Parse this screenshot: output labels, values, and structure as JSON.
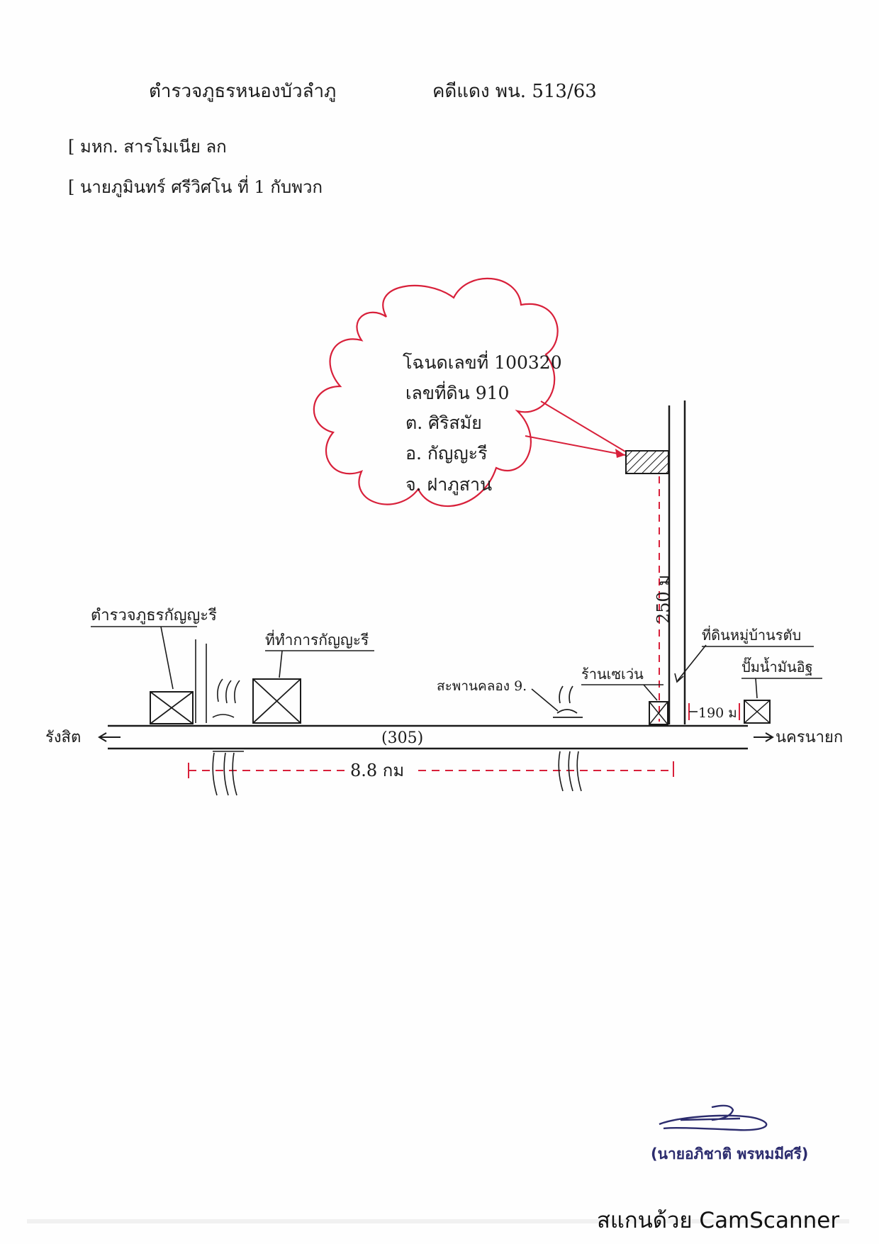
{
  "header": {
    "line1_left": "ตำรวจภูธรหนองบัวลำภู",
    "line1_right": "คดีแดง พน. 513/63",
    "line2": "[ มหก. สารโมเนีย ลก",
    "line3": "[ นายภูมินทร์ ศรีวิศโน ที่ 1 กับพวก"
  },
  "cloud_note": {
    "line1": "โฉนดเลขที่ 100320",
    "line2": "เลขที่ดิน 910",
    "line3": "ต. ศิริสมัย",
    "line4": "อ. กัญญะรี",
    "line5": "จ. ฝาภูสาน"
  },
  "labels": {
    "police_station": "ตำรวจภูธรกัญญะรี",
    "office": "ที่ทำการกัญญะรี",
    "bridge": "สะพานคลอง 9.",
    "shop": "ร้านเซเว่น",
    "village": "ที่ดินหมู่บ้านรตับ",
    "gas_station": "ปั๊มน้ำมันอิฐ",
    "vertical_distance": "250 ม",
    "side_distance": "190 ม",
    "road_number": "(305)",
    "road_distance": "8.8 กม",
    "left_destination": "รังสิต",
    "right_destination": "นครนายก"
  },
  "signature": {
    "name": "(นายอภิชาติ พรหมมีศรี)"
  },
  "watermark": {
    "text": "สแกนด้วย CamScanner"
  },
  "colors": {
    "ink": "#1b1b1b",
    "red_ink": "#d8203a",
    "signature_ink": "#2c2c6e"
  }
}
